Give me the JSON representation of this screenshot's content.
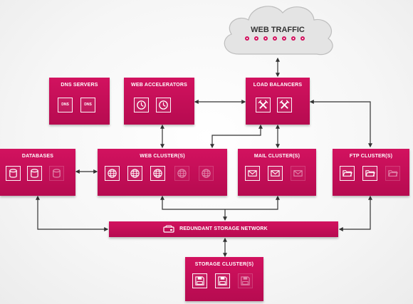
{
  "web_traffic": {
    "title": "WEB TRAFFIC",
    "indicator_count": 7
  },
  "boxes": {
    "dns_servers": {
      "title": "DNS SERVERS",
      "tile_text": "DNS"
    },
    "web_accelerators": {
      "title": "WEB ACCELERATORS"
    },
    "load_balancers": {
      "title": "LOAD BALANCERS"
    },
    "databases": {
      "title": "DATABASES"
    },
    "web_clusters": {
      "title": "WEB CLUSTER(S)"
    },
    "mail_clusters": {
      "title": "MAIL CLUSTER(S)"
    },
    "ftp_clusters": {
      "title": "FTP CLUSTER(S)"
    },
    "storage_clusters": {
      "title": "STORAGE CLUSTER(S)"
    }
  },
  "storage_network": {
    "label": "REDUNDANT STORAGE NETWORK",
    "icon": "storage-device-icon"
  },
  "icons": {
    "dns": "dns-icon",
    "accelerator": "clock-icon",
    "load_balancer": "crossed-arrows-icon",
    "database": "database-icon",
    "web": "globe-icon",
    "mail": "envelope-icon",
    "ftp": "folder-icon",
    "storage": "floppy-disk-icon"
  },
  "colors": {
    "accent": "#c90f59",
    "arrow": "#333333",
    "cloud": "#e4e4e4"
  }
}
